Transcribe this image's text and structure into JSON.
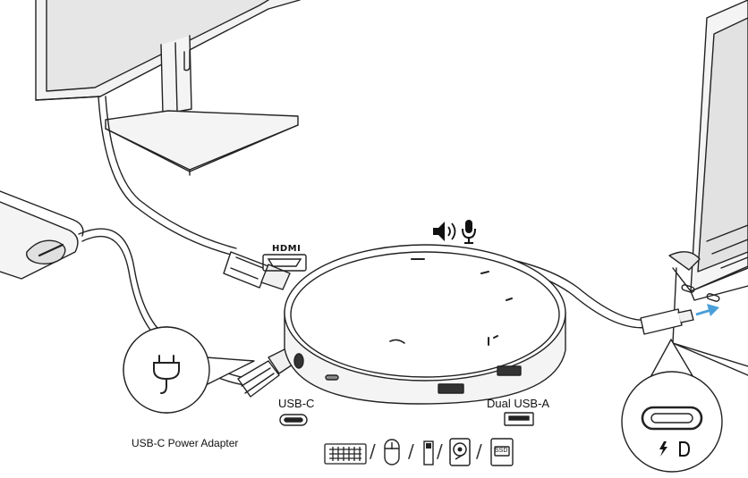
{
  "labels": {
    "hdmi": "HDMI",
    "usb_c": "USB-C",
    "dual_usb_a": "Dual USB-A",
    "usb_c_power_adapter": "USB-C Power Adapter",
    "ssd": "SSD"
  },
  "separators": [
    "/",
    "/",
    "/",
    "/"
  ],
  "icons": {
    "audio": "speaker-icon",
    "microphone": "microphone-icon",
    "power_plug": "power-plug-icon",
    "lightning": "lightning-icon",
    "displayport": "displayport-icon",
    "keyboard": "keyboard-icon",
    "mouse": "mouse-icon",
    "usb_drive": "usb-drive-icon",
    "hard_drive": "hard-drive-icon",
    "ssd": "ssd-icon"
  },
  "colors": {
    "line": "#222222",
    "device_fill": "#f2f2f2",
    "accent_arrow": "#4a9fd8"
  }
}
